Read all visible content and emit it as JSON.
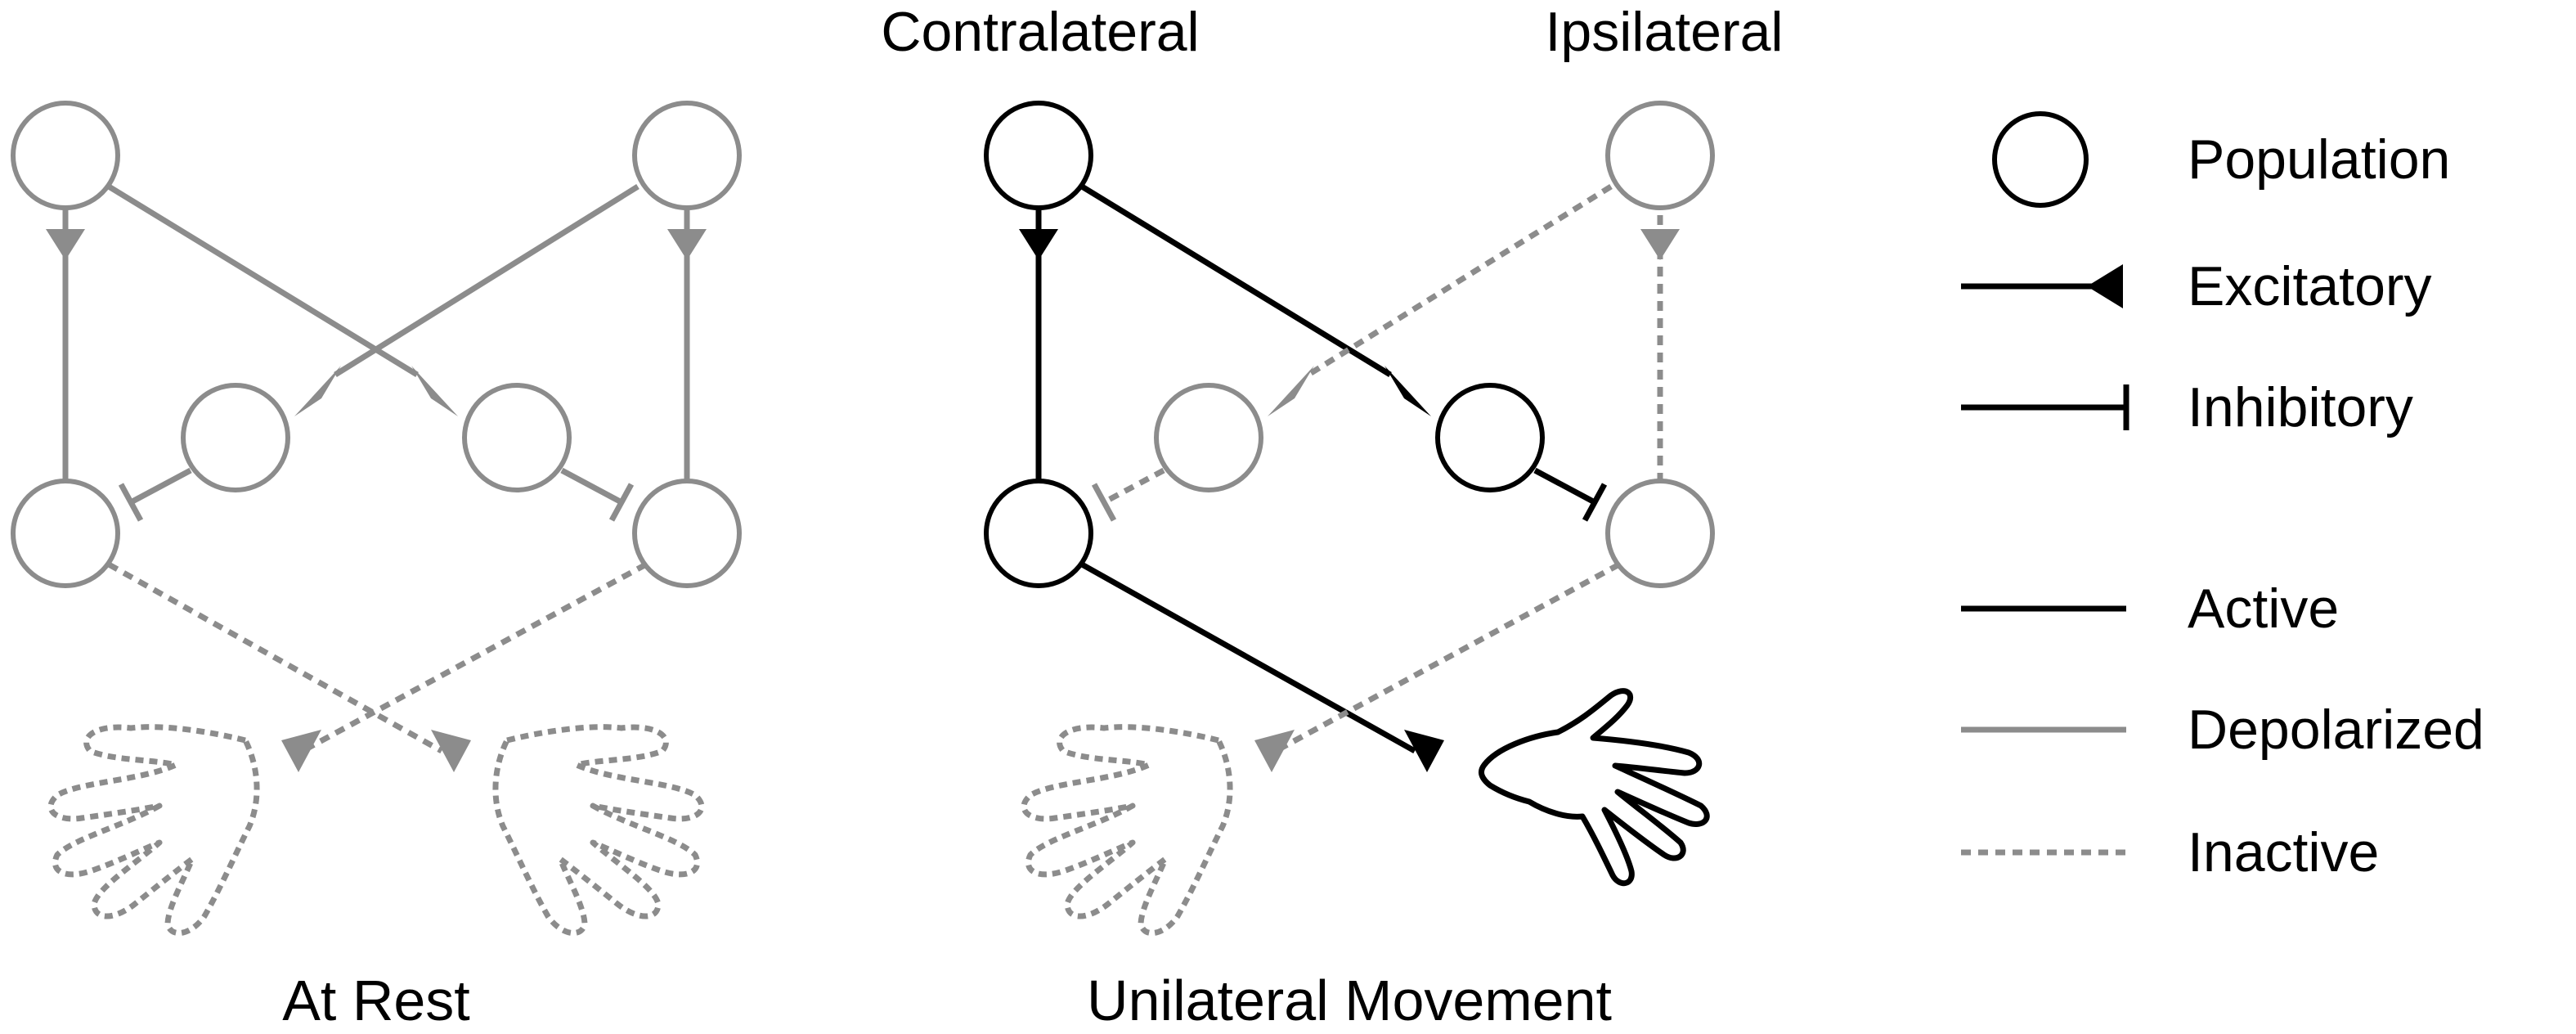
{
  "headers": {
    "contralateral": "Contralateral",
    "ipsilateral": "Ipsilateral"
  },
  "captions": {
    "at_rest": "At Rest",
    "unilateral": "Unilateral Movement"
  },
  "legend": {
    "population": "Population",
    "excitatory": "Excitatory",
    "inhibitory": "Inhibitory",
    "active": "Active",
    "depolarized": "Depolarized",
    "inactive": "Inactive"
  },
  "colors": {
    "active": "#000000",
    "depolarized": "#8c8c8c",
    "background": "#ffffff"
  }
}
